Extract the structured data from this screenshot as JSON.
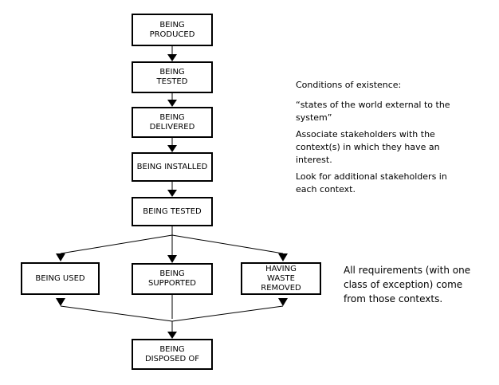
{
  "boxes": {
    "produced": "BEING\nPRODUCED",
    "tested_1": "BEING\nTESTED",
    "delivered": "BEING\nDELIVERED",
    "installed": "BEING INSTALLED",
    "tested_2": "BEING TESTED",
    "used": "BEING USED",
    "supported": "BEING\nSUPPORTED",
    "waste": "HAVING\nWASTE\nREMOVED",
    "disposed": "BEING\nDISPOSED OF"
  },
  "notes": {
    "conditions_heading": "Conditions of existence:",
    "conditions_quote": "“states of the world external to the system”",
    "associate": "Associate stakeholders with the context(s) in which they have an interest.",
    "look_for": "Look for additional stakeholders in each context.",
    "requirements": "All requirements (with one class of exception) come from those contexts."
  }
}
